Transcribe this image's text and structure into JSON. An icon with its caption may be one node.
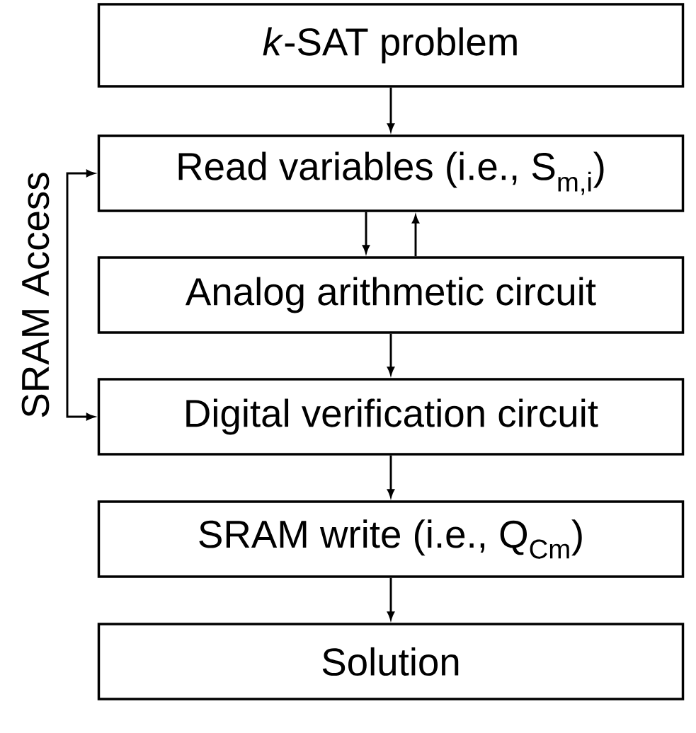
{
  "diagram": {
    "nodes": [
      {
        "text": [
          "*k*-SAT problem"
        ]
      },
      {
        "text": [
          "Read variables (i.e., S$_{m,i}$)"
        ]
      },
      {
        "text": [
          "Analog arithmetic circuit"
        ]
      },
      {
        "text": [
          "Digital verification circuit"
        ]
      },
      {
        "text": [
          "SRAM write (i.e., Q$_{Cm}$)"
        ]
      },
      {
        "text": [
          "Solution"
        ]
      }
    ],
    "edges": [
      {
        "from": 0,
        "to": 1,
        "arrow": "to"
      },
      {
        "from": 1,
        "to": 2,
        "arrow": "to"
      },
      {
        "from": 2,
        "to": 1,
        "arrow": "to"
      },
      {
        "from": 2,
        "to": 3,
        "arrow": "to"
      },
      {
        "from": 1,
        "to": 3,
        "arrow": "both",
        "label": "SRAM Access"
      },
      {
        "from": 3,
        "to": 4,
        "arrow": "to"
      },
      {
        "from": 4,
        "to": 5,
        "arrow": "to"
      }
    ]
  }
}
